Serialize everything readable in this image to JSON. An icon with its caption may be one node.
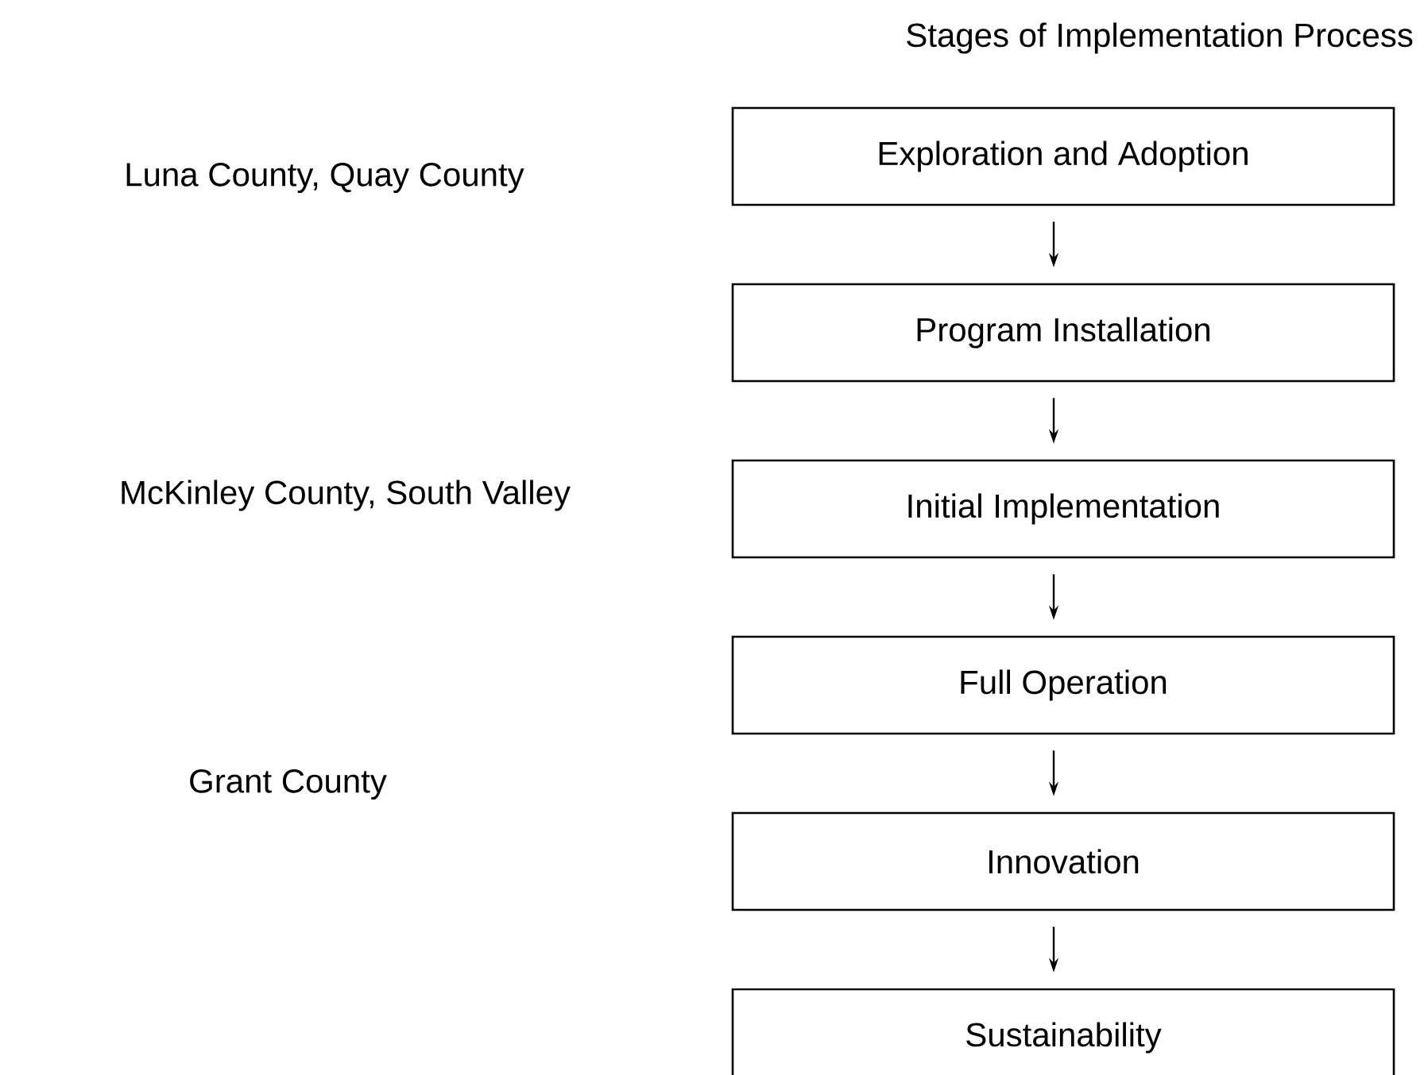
{
  "diagram": {
    "title": "Stages of Implementation Process",
    "nodes": [
      {
        "text": [
          "Exploration and Adoption"
        ]
      },
      {
        "text": [
          "Program Installation"
        ]
      },
      {
        "text": [
          "Initial Implementation"
        ]
      },
      {
        "text": [
          "Full Operation"
        ]
      },
      {
        "text": [
          "Innovation"
        ]
      },
      {
        "text": [
          "Sustainability"
        ]
      }
    ],
    "edges": [
      {
        "from": 0,
        "to": 1,
        "arrow": "to"
      },
      {
        "from": 1,
        "to": 2,
        "arrow": "to"
      },
      {
        "from": 2,
        "to": 3,
        "arrow": "to"
      },
      {
        "from": 3,
        "to": 4,
        "arrow": "to"
      },
      {
        "from": 4,
        "to": 5,
        "arrow": "to"
      }
    ],
    "labels": [
      "Luna County, Quay County",
      "McKinley County, South Valley",
      "Grant County"
    ]
  }
}
